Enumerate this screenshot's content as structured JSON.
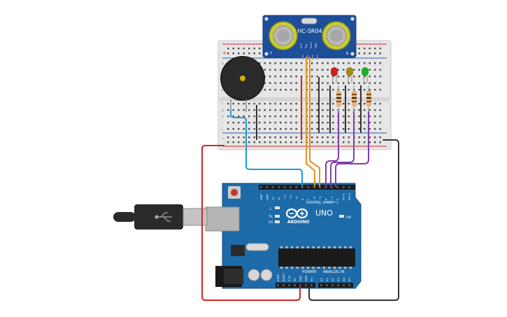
{
  "sensor": {
    "model": "HC-SR04",
    "pins": [
      "VCC",
      "Trig",
      "Echo",
      "GND"
    ],
    "corner_left": "T",
    "corner_right": "R"
  },
  "board": {
    "logo_text": "ARDUINO",
    "model": "UNO",
    "digital_label": "DIGITAL (PWM~)",
    "power_label": "POWER",
    "analog_label": "ANALOG IN",
    "on_label": "ON",
    "l_label": "L",
    "tx_label": "TX",
    "rx_label": "RX",
    "digital_pins": [
      "AREF",
      "GND",
      "13",
      "12",
      "~11",
      "~10",
      "~9",
      "8",
      "7",
      "~6",
      "~5",
      "4",
      "~3",
      "2",
      "TX→1",
      "RX←0"
    ],
    "power_pins": [
      "IOREF",
      "RESET",
      "3.3V",
      "5V",
      "GND",
      "GND",
      "Vin"
    ],
    "analog_pins": [
      "A0",
      "A1",
      "A2",
      "A3",
      "A4",
      "A5"
    ]
  },
  "breadboard": {
    "row_letters_top": [
      "a",
      "b",
      "c",
      "d",
      "e"
    ],
    "row_letters_bottom": [
      "f",
      "g",
      "h",
      "i",
      "j"
    ],
    "rail_plus": "+",
    "rail_minus": "-"
  },
  "leds": [
    {
      "color_name": "red",
      "color": "#cc1f1f"
    },
    {
      "color_name": "yellow",
      "color": "#a08a1a"
    },
    {
      "color_name": "green",
      "color": "#1fae2c"
    }
  ],
  "colors": {
    "wire_blue": "#1f9ad6",
    "wire_orange": "#e8911c",
    "wire_purple": "#7e3fa6",
    "wire_red": "#d42424",
    "wire_black": "#333333",
    "board_blue": "#1d6aa8",
    "sensor_blue": "#1d4e9a"
  }
}
